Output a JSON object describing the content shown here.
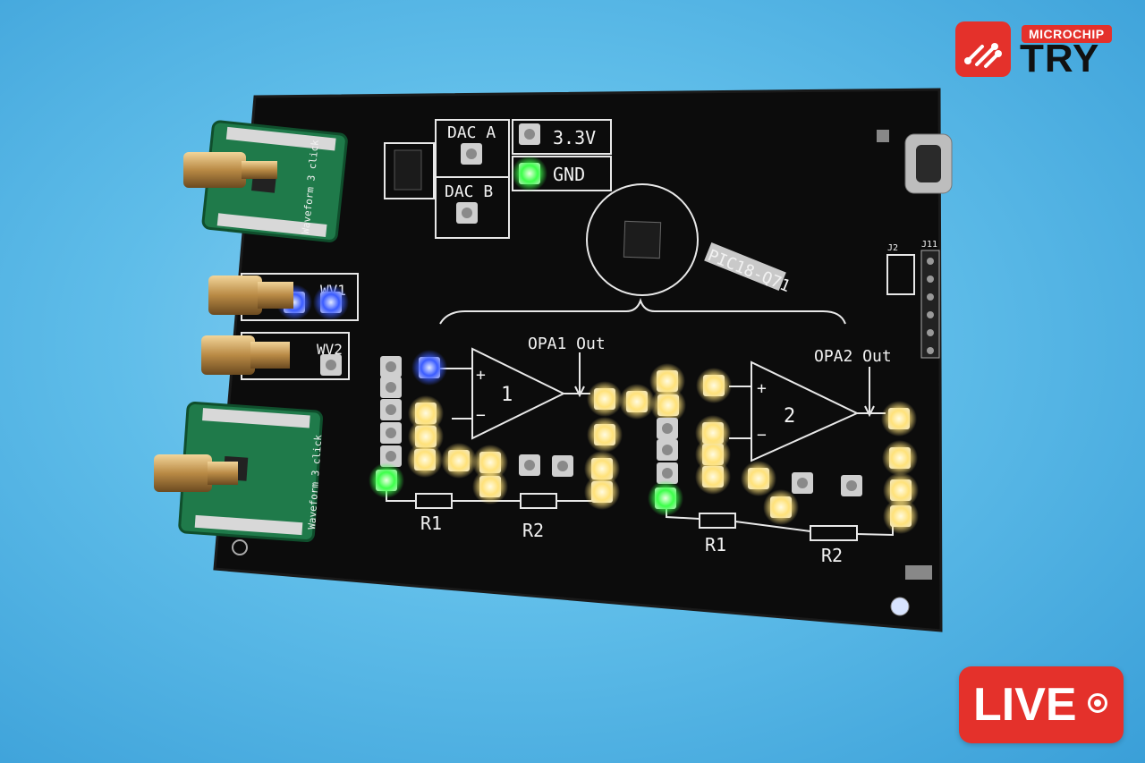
{
  "logo": {
    "brand": "MICROCHIP",
    "product": "TRY",
    "icon": "circuit-board-icon",
    "color": "#e4312b"
  },
  "badge": {
    "label": "LIVE",
    "icon": "record-dot-icon",
    "color": "#e4312b"
  },
  "board": {
    "dac_a": "DAC A",
    "dac_b": "DAC B",
    "v33": "3.3V",
    "gnd": "GND",
    "mcu": "PIC18-Q71",
    "wv1": "WV1",
    "wv2": "WV2",
    "opa1_out": "OPA1 Out",
    "opa2_out": "OPA2 Out",
    "opa1_num": "1",
    "opa2_num": "2",
    "r1": "R1",
    "r2": "R2",
    "r1b": "R1",
    "r2b": "R2",
    "click1": "Waveform 3 click",
    "click2": "Waveform 3 click",
    "j2": "J2",
    "j11": "J11",
    "plus": "+",
    "minus": "−"
  },
  "colors": {
    "background": "#5fbde9",
    "pcb": "#0c0c0c",
    "click_board": "#1f7a4a",
    "led_yellow": "#ffe27a",
    "led_green": "#3cff4a",
    "led_blue": "#3a5bff"
  }
}
